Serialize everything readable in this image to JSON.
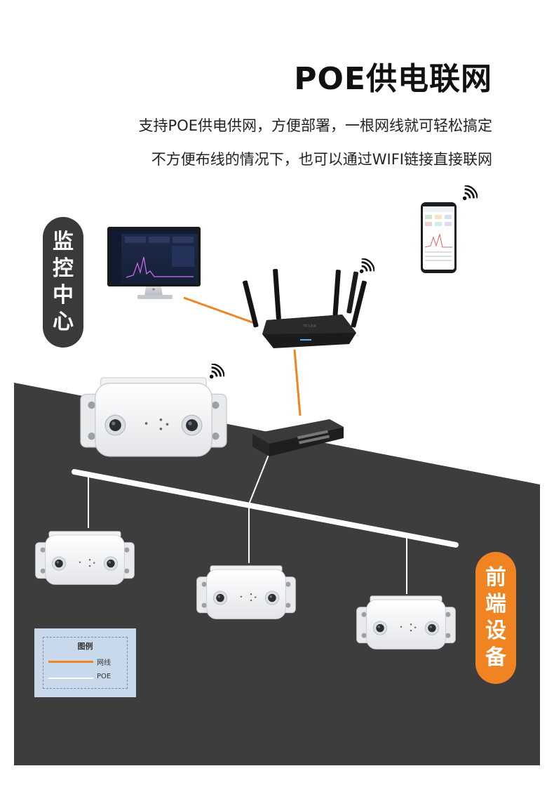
{
  "title": "POE供电联网",
  "description": [
    "支持POE供电供网，方便部署，一根网线就可轻松搞定",
    "不方便布线的情况下，也可以通过WIFI链接直接联网"
  ],
  "labels": {
    "monitor_center": [
      "监",
      "控",
      "中",
      "心"
    ],
    "front_device": [
      "前",
      "端",
      "设",
      "备"
    ]
  },
  "legend": {
    "title": "图例",
    "items": [
      {
        "label": "网线",
        "color": "#f08423"
      },
      {
        "label": "POE",
        "color": "#ffffff"
      }
    ]
  },
  "colors": {
    "network_cable": "#f08423",
    "poe": "#ffffff",
    "floor": "#3d3d3d",
    "monitor_pill": "#3a3a3a",
    "front_pill": "#f08423"
  },
  "icons": [
    "wifi-icon",
    "monitor-icon",
    "router-icon",
    "smartphone-icon",
    "switch-icon",
    "camera-icon"
  ]
}
